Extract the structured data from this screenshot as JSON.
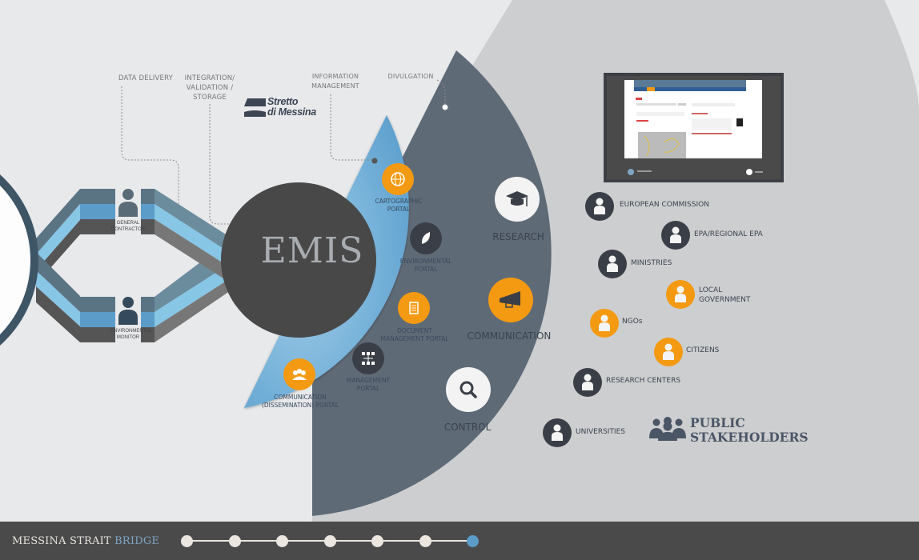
{
  "process_labels": {
    "data_delivery": "DATA DELIVERY",
    "integration": [
      "INTEGRATION/",
      "VALIDATION /",
      "STORAGE"
    ],
    "information_management": [
      "INFORMATION",
      "MANAGEMENT"
    ],
    "divulgation": "DIVULGATION"
  },
  "logo": {
    "line1": "Stretto",
    "line2": "di Messina"
  },
  "roles": {
    "general_contractor": [
      "GENERAL",
      "CONTRACTOR"
    ],
    "environmental_monitor": [
      "ENVIRONMENTAL",
      "MONITOR"
    ]
  },
  "core": {
    "title": "EMIS"
  },
  "portals": [
    {
      "lines": [
        "CARTOGRAPHIC",
        "PORTAL"
      ],
      "icon": "globe-icon",
      "color": "#f39a12"
    },
    {
      "lines": [
        "ENVIRONMENTAL",
        "PORTAL"
      ],
      "icon": "leaf-icon",
      "color": "#3a3e47"
    },
    {
      "lines": [
        "DOCUMENT",
        "MANAGEMENT PORTAL"
      ],
      "icon": "document-icon",
      "color": "#f39a12"
    },
    {
      "lines": [
        "MANAGEMENT",
        "PORTAL"
      ],
      "icon": "workflow-icon",
      "color": "#3a3e47"
    },
    {
      "lines": [
        "COMMUNICATION",
        "(DISSEMINATION) PORTAL"
      ],
      "icon": "group-icon",
      "color": "#f39a12"
    }
  ],
  "functions": [
    {
      "label": "RESEARCH",
      "icon": "graduation-cap-icon"
    },
    {
      "label": "COMMUNICATION",
      "icon": "megaphone-icon"
    },
    {
      "label": "CONTROL",
      "icon": "magnifier-icon"
    }
  ],
  "stakeholders": [
    {
      "label": "EUROPEAN COMMISSION",
      "type": "institutional"
    },
    {
      "label": "EPA/REGIONAL EPA",
      "type": "institutional"
    },
    {
      "label": "MINISTRIES",
      "type": "institutional"
    },
    {
      "label": "LOCAL GOVERNMENT",
      "lines": [
        "LOCAL",
        "GOVERNMENT"
      ],
      "type": "public"
    },
    {
      "label": "NGOs",
      "type": "public"
    },
    {
      "label": "CITIZENS",
      "type": "public"
    },
    {
      "label": "RESEARCH CENTERS",
      "type": "institutional"
    },
    {
      "label": "UNIVERSITIES",
      "type": "institutional"
    }
  ],
  "public_stakeholders": {
    "line1": "PUBLIC",
    "line2": "STAKEHOLDERS"
  },
  "colors": {
    "orange": "#f39a12",
    "dark": "#3a3e47",
    "slate": "#5f6a77",
    "blue": "#6aaad3",
    "footer": "#4a4a4a",
    "timeline_active": "#5b9cc9"
  },
  "footer": {
    "title_main": "MESSINA STRAIT",
    "title_accent": "BRIDGE",
    "timeline_steps": 7,
    "active_step": 7
  }
}
